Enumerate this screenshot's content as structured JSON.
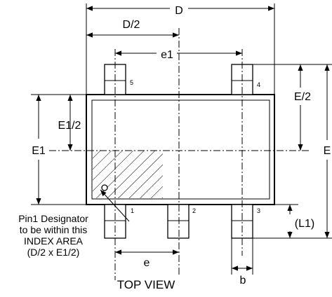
{
  "dimensions": {
    "D": "D",
    "D_half": "D/2",
    "e1": "e1",
    "E_half": "E/2",
    "E": "E",
    "E1_half": "E1/2",
    "E1": "E1",
    "L1": "(L1)",
    "e": "e",
    "b": "b"
  },
  "pins": {
    "top": [
      "5",
      "4"
    ],
    "bottom": [
      "1",
      "2",
      "3"
    ]
  },
  "pin1_note": [
    "Pin1 Designator",
    "to be within this",
    "INDEX AREA",
    "(D/2 x E1/2)"
  ],
  "view_title": "TOP VIEW"
}
